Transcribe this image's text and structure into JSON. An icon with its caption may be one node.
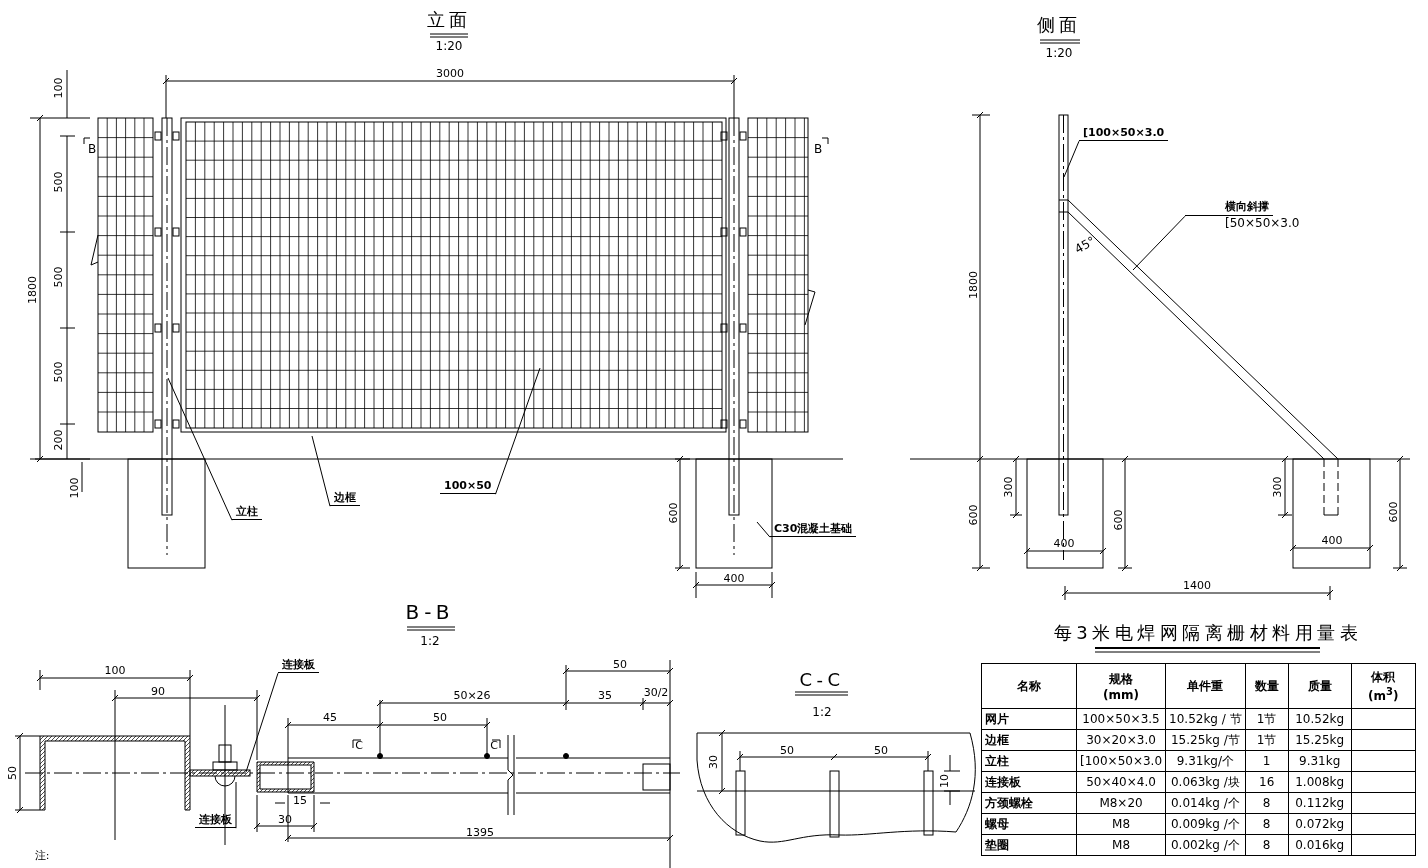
{
  "diagram": {
    "nodes": [
      {
        "text": [
          "立柱"
        ]
      },
      {
        "text": [
          "边框"
        ]
      },
      {
        "text": [
          "100×50"
        ]
      },
      {
        "text": [
          "C30混凝土基础"
        ]
      },
      {
        "text": [
          "[100×50×3.0"
        ]
      },
      {
        "text": [
          "横向斜撑",
          "[50×50×3.0"
        ]
      },
      {
        "text": [
          "连接板"
        ]
      },
      {
        "text": [
          "连接板"
        ]
      }
    ],
    "edges": [
      {
        "from": 0,
        "to": null,
        "arrow": "none"
      },
      {
        "from": 1,
        "to": null,
        "arrow": "none"
      },
      {
        "from": 2,
        "to": null,
        "arrow": "none"
      },
      {
        "from": 3,
        "to": null,
        "arrow": "none"
      },
      {
        "from": 4,
        "to": null,
        "arrow": "none"
      },
      {
        "from": 5,
        "to": null,
        "arrow": "none"
      },
      {
        "from": 6,
        "to": null,
        "arrow": "none"
      },
      {
        "from": 7,
        "to": null,
        "arrow": "none"
      }
    ],
    "labels": [
      "立面",
      "1:20",
      "3000",
      "100",
      "500",
      "1800",
      "500",
      "500",
      "200",
      "100",
      "B",
      "B",
      "600",
      "400",
      "侧面",
      "1:20",
      "1800",
      "45°",
      "300",
      "600",
      "400",
      "600",
      "300",
      "400",
      "600",
      "1400",
      "B-B",
      "1:2",
      "100",
      "90",
      "50",
      "45",
      "50",
      "50×26",
      "50",
      "35",
      "30/2",
      "C",
      "C",
      "15",
      "30",
      "1395",
      "注:",
      "C-C",
      "1:2",
      "30",
      "50",
      "50",
      "10",
      "每3米电焊网隔离栅材料用量表",
      "名称",
      "规格 (mm)",
      "单件重",
      "数量",
      "质量",
      "体积 (m$^{3}$)",
      "网片",
      "100×50×3.5",
      "10.52kg / 节",
      "1节",
      "10.52kg",
      "边框",
      "30×20×3.0",
      "15.25kg /节",
      "1节",
      "15.25kg",
      "立柱",
      "[100×50×3.0",
      "9.31kg/个",
      "1",
      "9.31kg",
      "连接板",
      "50×40×4.0",
      "0.063kg /块",
      "16",
      "1.008kg",
      "方颈螺栓",
      "M8×20",
      "0.014kg /个",
      "8",
      "0.112kg",
      "螺母",
      "M8",
      "0.009kg /个",
      "8",
      "0.072kg",
      "垫圈",
      "M8",
      "0.002kg /个",
      "8",
      "0.016kg"
    ]
  }
}
